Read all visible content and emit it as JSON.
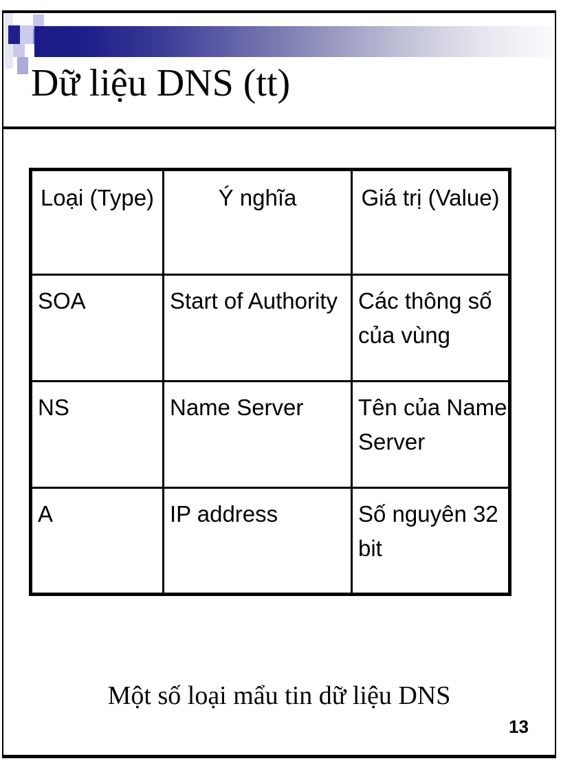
{
  "slide": {
    "title": "Dữ liệu DNS (tt)",
    "caption": "Một số loại mẩu tin dữ liệu DNS",
    "page_number": "13"
  },
  "table": {
    "headers": [
      "Loại (Type)",
      "Ý nghĩa",
      "Giá trị (Value)"
    ],
    "rows": [
      [
        "SOA",
        "Start of Authority",
        "Các thông số của vùng"
      ],
      [
        "NS",
        "Name Server",
        "Tên của Name Server"
      ],
      [
        "A",
        "IP address",
        "Số nguyên 32 bit"
      ]
    ]
  },
  "colors": {
    "accent_navy": "#1f1f8a",
    "border_black": "#000000"
  }
}
